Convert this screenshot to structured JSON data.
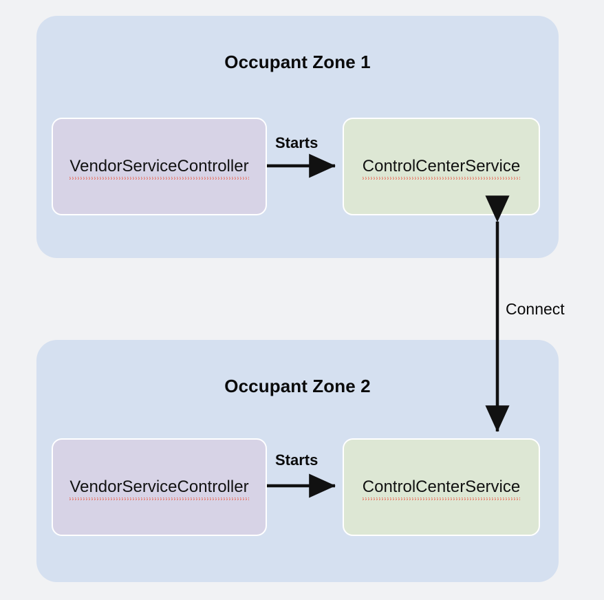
{
  "diagram": {
    "background_color": "#f1f2f4",
    "zone_color": "#d5e0f0",
    "controller_color": "#d7d3e6",
    "service_color": "#dde7d4",
    "edge_color": "#111111",
    "spellcheck_underline_color": "#e8624f"
  },
  "zones": [
    {
      "id": "occupant-zone-1",
      "title": "Occupant Zone 1",
      "nodes": [
        {
          "id": "vendor-service-controller-1",
          "label": "VendorServiceController",
          "type": "controller",
          "misspelled": true
        },
        {
          "id": "control-center-service-1",
          "label": "ControlCenterService",
          "type": "service",
          "misspelled": true
        }
      ],
      "edge": {
        "id": "starts-edge-1",
        "label": "Starts",
        "direction": "right"
      }
    },
    {
      "id": "occupant-zone-2",
      "title": "Occupant Zone 2",
      "nodes": [
        {
          "id": "vendor-service-controller-2",
          "label": "VendorServiceController",
          "type": "controller",
          "misspelled": true
        },
        {
          "id": "control-center-service-2",
          "label": "ControlCenterService",
          "type": "service",
          "misspelled": true
        }
      ],
      "edge": {
        "id": "starts-edge-2",
        "label": "Starts",
        "direction": "right"
      }
    }
  ],
  "cross_zone_edge": {
    "id": "connect-edge",
    "label": "Connect",
    "direction": "bidirectional",
    "from": "control-center-service-1",
    "to": "control-center-service-2"
  }
}
